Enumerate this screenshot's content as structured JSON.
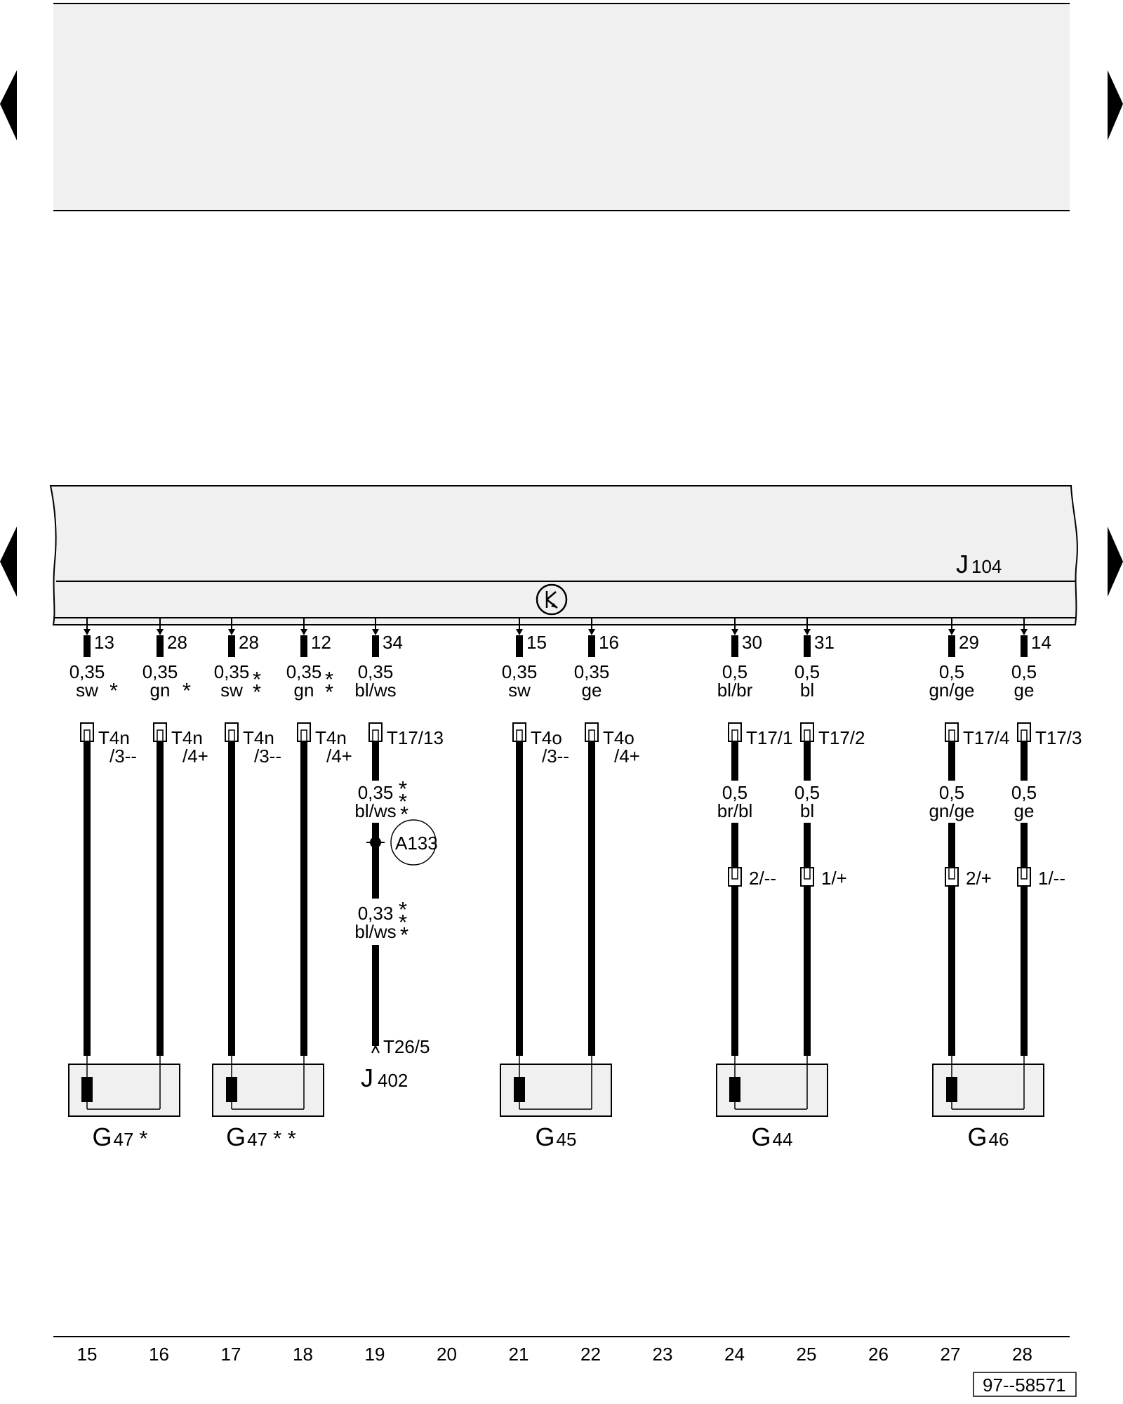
{
  "control_unit": {
    "letter": "J",
    "number": "104"
  },
  "sub_unit": {
    "letter": "J",
    "number": "402",
    "pin": "T26/5"
  },
  "junction": {
    "label": "A133"
  },
  "diagram_id": "97--58571",
  "bottom_numbers": [
    "15",
    "16",
    "17",
    "18",
    "19",
    "20",
    "21",
    "22",
    "23",
    "24",
    "25",
    "26",
    "27",
    "28"
  ],
  "wires": [
    {
      "pin": "13",
      "size": "0,35",
      "color": "sw",
      "mark": "*",
      "connector": "T4n",
      "conn_sub": "/3--"
    },
    {
      "pin": "28",
      "size": "0,35",
      "color": "gn",
      "mark": "*",
      "connector": "T4n",
      "conn_sub": "/4+"
    },
    {
      "pin": "28",
      "size": "0,35",
      "color": "sw",
      "mark": "**",
      "connector": "T4n",
      "conn_sub": "/3--"
    },
    {
      "pin": "12",
      "size": "0,35",
      "color": "gn",
      "mark": "**",
      "connector": "T4n",
      "conn_sub": "/4+"
    },
    {
      "pin": "34",
      "size": "0,35",
      "color": "bl/ws",
      "mark": "",
      "connector": "T17/13",
      "conn_sub": ""
    },
    {
      "pin": "15",
      "size": "0,35",
      "color": "sw",
      "mark": "",
      "connector": "T4o",
      "conn_sub": "/3--"
    },
    {
      "pin": "16",
      "size": "0,35",
      "color": "ge",
      "mark": "",
      "connector": "T4o",
      "conn_sub": "/4+"
    },
    {
      "pin": "30",
      "size": "0,5",
      "color": "bl/br",
      "mark": "",
      "connector": "T17/1",
      "conn_sub": ""
    },
    {
      "pin": "31",
      "size": "0,5",
      "color": "bl",
      "mark": "",
      "connector": "T17/2",
      "conn_sub": ""
    },
    {
      "pin": "29",
      "size": "0,5",
      "color": "gn/ge",
      "mark": "",
      "connector": "T17/4",
      "conn_sub": ""
    },
    {
      "pin": "14",
      "size": "0,5",
      "color": "ge",
      "mark": "",
      "connector": "T17/3",
      "conn_sub": ""
    }
  ],
  "wire19_lower": [
    {
      "size": "0,35",
      "color": "bl/ws",
      "mark": "***"
    },
    {
      "size": "0,33",
      "color": "bl/ws",
      "mark": "***"
    }
  ],
  "second_segments": [
    {
      "size": "0,5",
      "color": "br/bl",
      "pin_label": "2/--"
    },
    {
      "size": "0,5",
      "color": "bl",
      "pin_label": "1/+"
    },
    {
      "size": "0,5",
      "color": "gn/ge",
      "pin_label": "2/+"
    },
    {
      "size": "0,5",
      "color": "ge",
      "pin_label": "1/--"
    }
  ],
  "sensors": [
    {
      "letter": "G",
      "number": "47",
      "mark": "*"
    },
    {
      "letter": "G",
      "number": "47",
      "mark": "**"
    },
    {
      "letter": "G",
      "number": "45",
      "mark": ""
    },
    {
      "letter": "G",
      "number": "44",
      "mark": ""
    },
    {
      "letter": "G",
      "number": "46",
      "mark": ""
    }
  ]
}
